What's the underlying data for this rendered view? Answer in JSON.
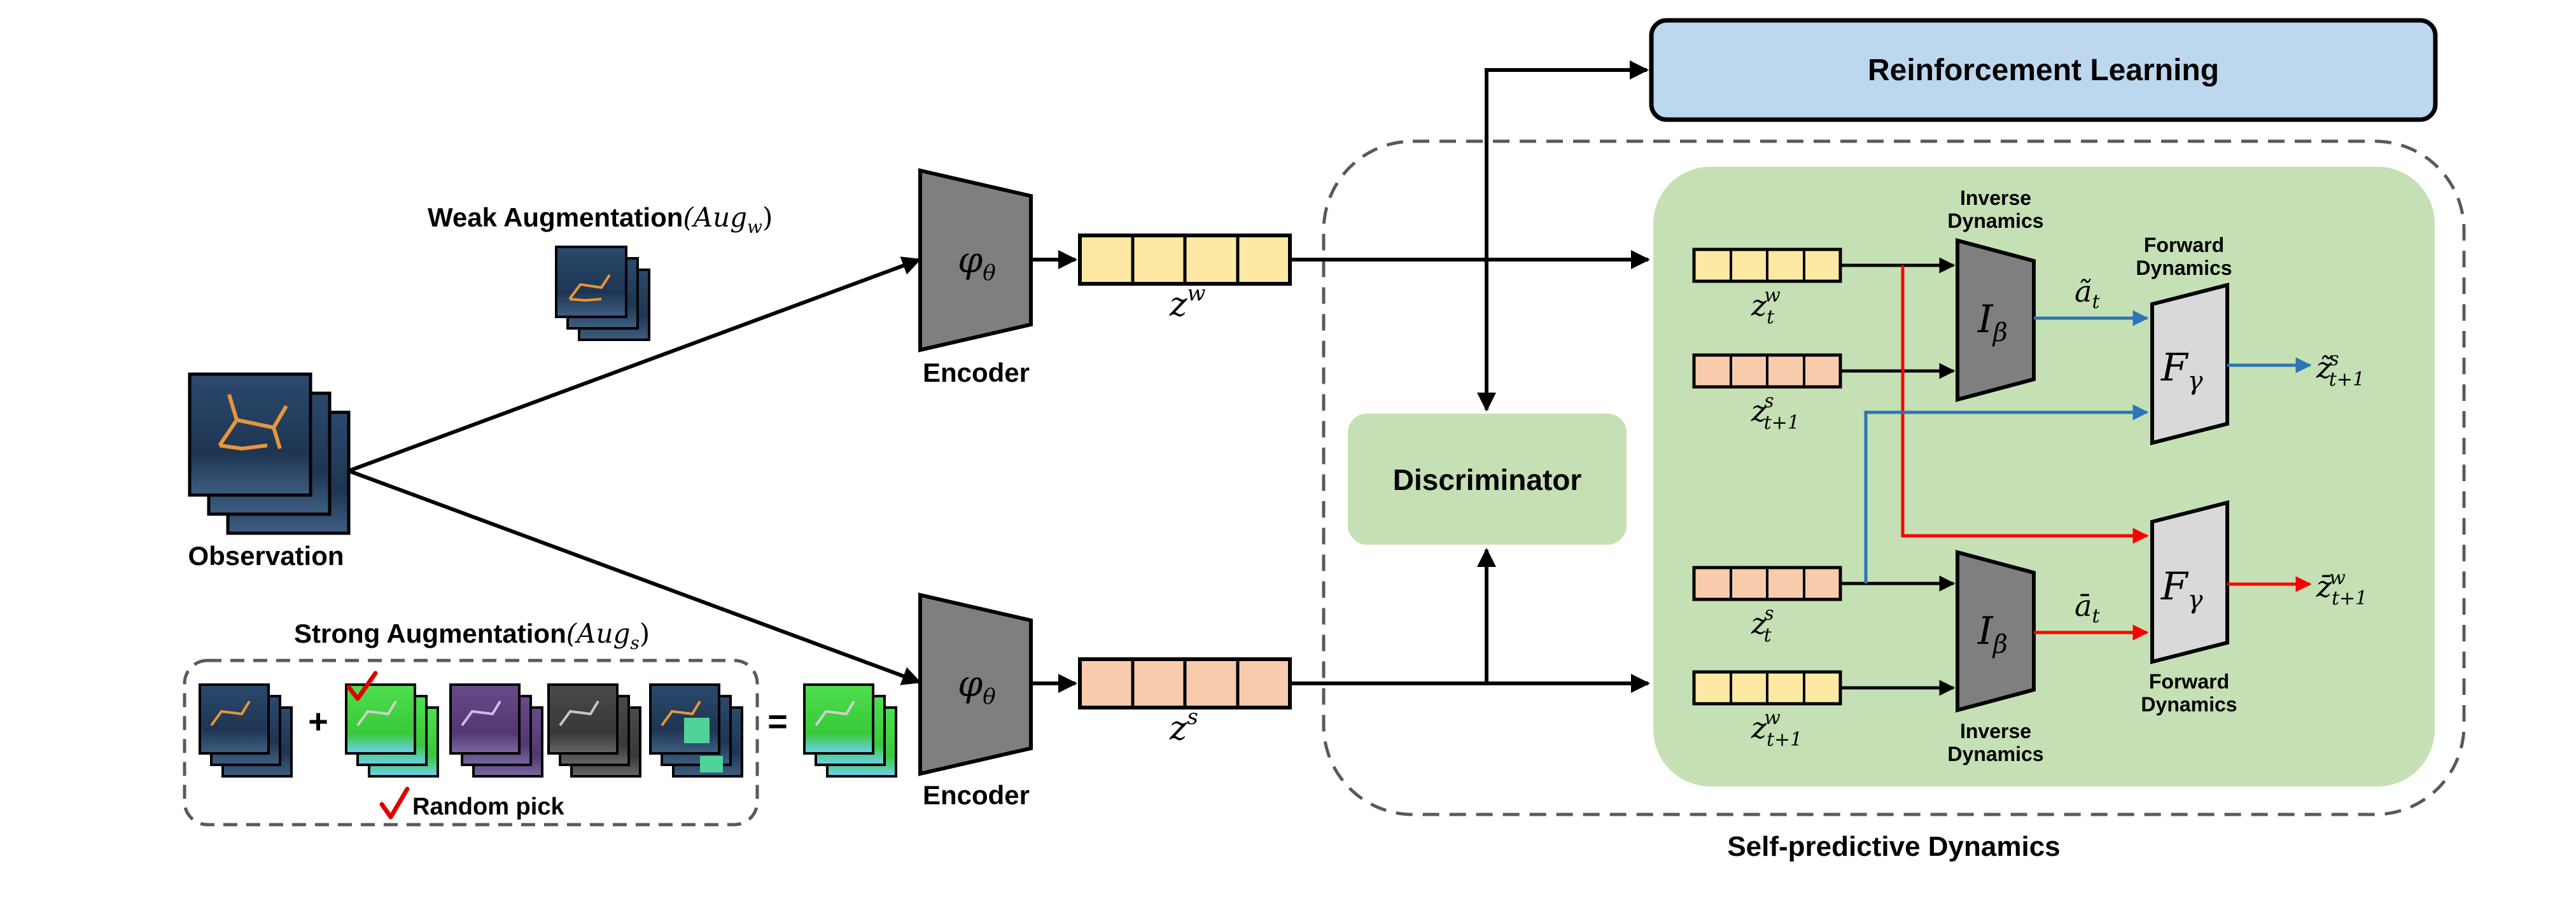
{
  "labels": {
    "weak_aug_text": "Weak Augmentation",
    "weak_aug_math_base": "(Aug",
    "weak_aug_math_sub": "w",
    "weak_aug_math_close": ")",
    "strong_aug_text": "Strong Augmentation",
    "strong_aug_math_base": "(Aug",
    "strong_aug_math_sub": "s",
    "strong_aug_math_close": ")",
    "observation": "Observation",
    "encoder_top": "Encoder",
    "encoder_bottom": "Encoder",
    "reinforcement_learning": "Reinforcement Learning",
    "discriminator": "Discriminator",
    "self_predictive": "Self-predictive Dynamics",
    "inverse_dynamics_top": [
      "Inverse",
      "Dynamics"
    ],
    "forward_dynamics_top": [
      "Forward",
      "Dynamics"
    ],
    "inverse_dynamics_bottom": [
      "Inverse",
      "Dynamics"
    ],
    "forward_dynamics_bottom": [
      "Forward",
      "Dynamics"
    ],
    "random_pick": "Random pick",
    "plus": "+",
    "equals": "="
  },
  "math": {
    "phi": "φ",
    "phi_sub": "θ",
    "z": "z",
    "w": "w",
    "s": "s",
    "t": "t",
    "t_plus_1": "t+1",
    "I": "I",
    "beta": "β",
    "F": "F",
    "gamma": "γ",
    "a_tilde": "ã",
    "a_bar": "ā",
    "z_tilde": "z̃",
    "z_bar": "z̄"
  },
  "colors": {
    "weak_latent": "#fde9a3",
    "strong_latent": "#f8cbad",
    "rl_box": "#bdd7ee",
    "green_panel": "#c5e0b4",
    "encoder_gray": "#7f7f7f",
    "forward_gray": "#d9d9d9",
    "blue_arrow": "#2e75b6",
    "red_arrow": "#ff0000"
  }
}
